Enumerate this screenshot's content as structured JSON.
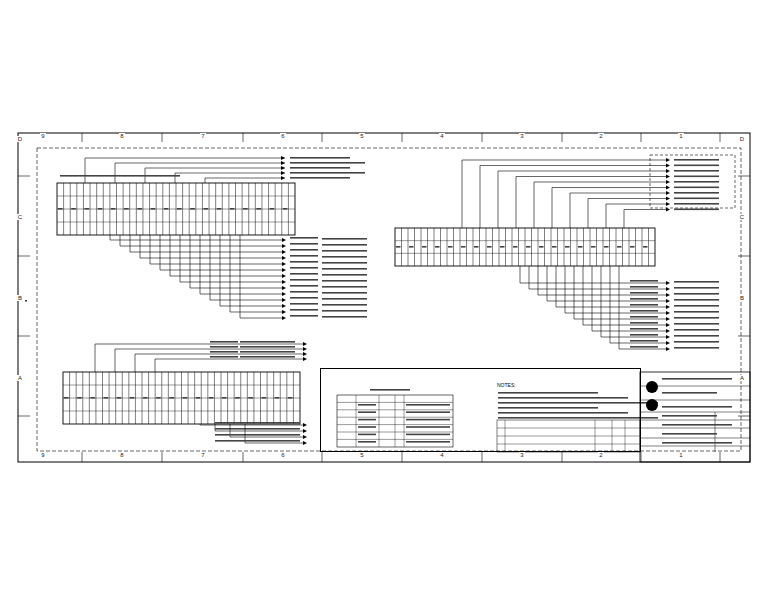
{
  "diagram": {
    "nodes": [
      {
        "text": [
          "NOTES:"
        ]
      }
    ],
    "labels": [
      "9",
      "8",
      "7",
      "6",
      "5",
      "4",
      "3",
      "2",
      "1",
      "9",
      "8",
      "7",
      "6",
      "5",
      "4",
      "3",
      "2",
      "1",
      "D",
      "C",
      "B",
      "A",
      "D",
      "C",
      "B",
      "A"
    ]
  }
}
